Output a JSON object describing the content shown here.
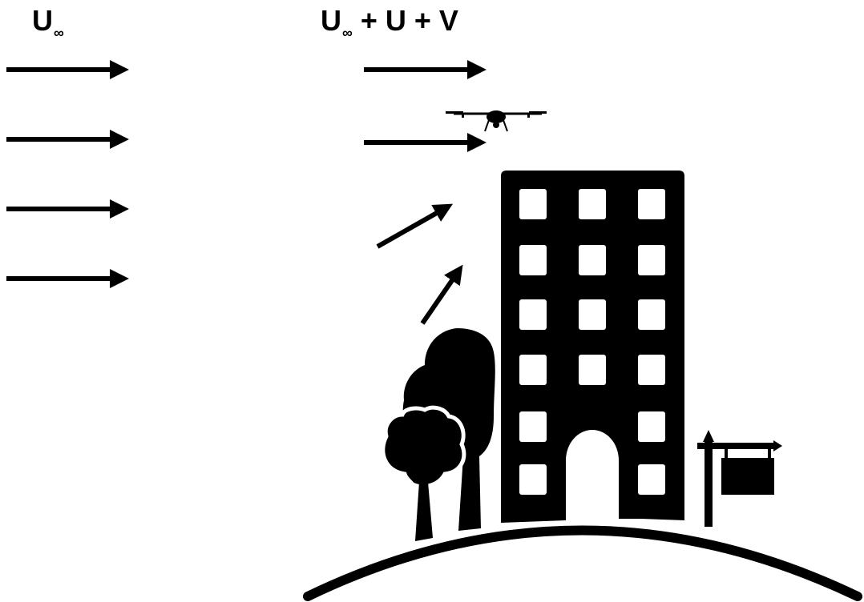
{
  "labels": {
    "freestream": {
      "base": "U",
      "sub": "∞"
    },
    "perturbed": {
      "base": "U",
      "sub": "∞",
      "rest": " + U + V"
    }
  },
  "icons": {
    "drone": "drone-icon",
    "building": "building-icon",
    "trees": "trees-icon",
    "signpost": "signpost-icon",
    "ground": "ground-curve"
  },
  "colors": {
    "ink": "#000000",
    "background": "#ffffff"
  }
}
